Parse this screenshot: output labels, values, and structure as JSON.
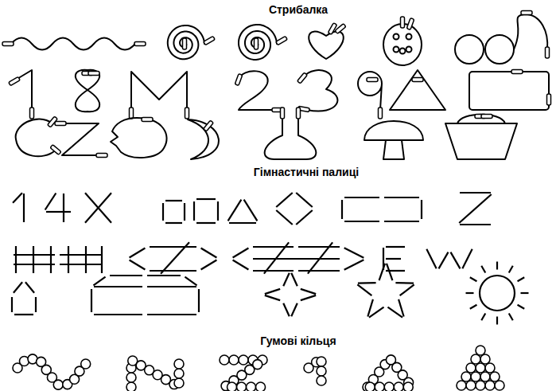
{
  "diagram": {
    "labels": [
      "Стрибалка",
      "Гімнастичні палиці",
      "Гумові кільця"
    ]
  }
}
